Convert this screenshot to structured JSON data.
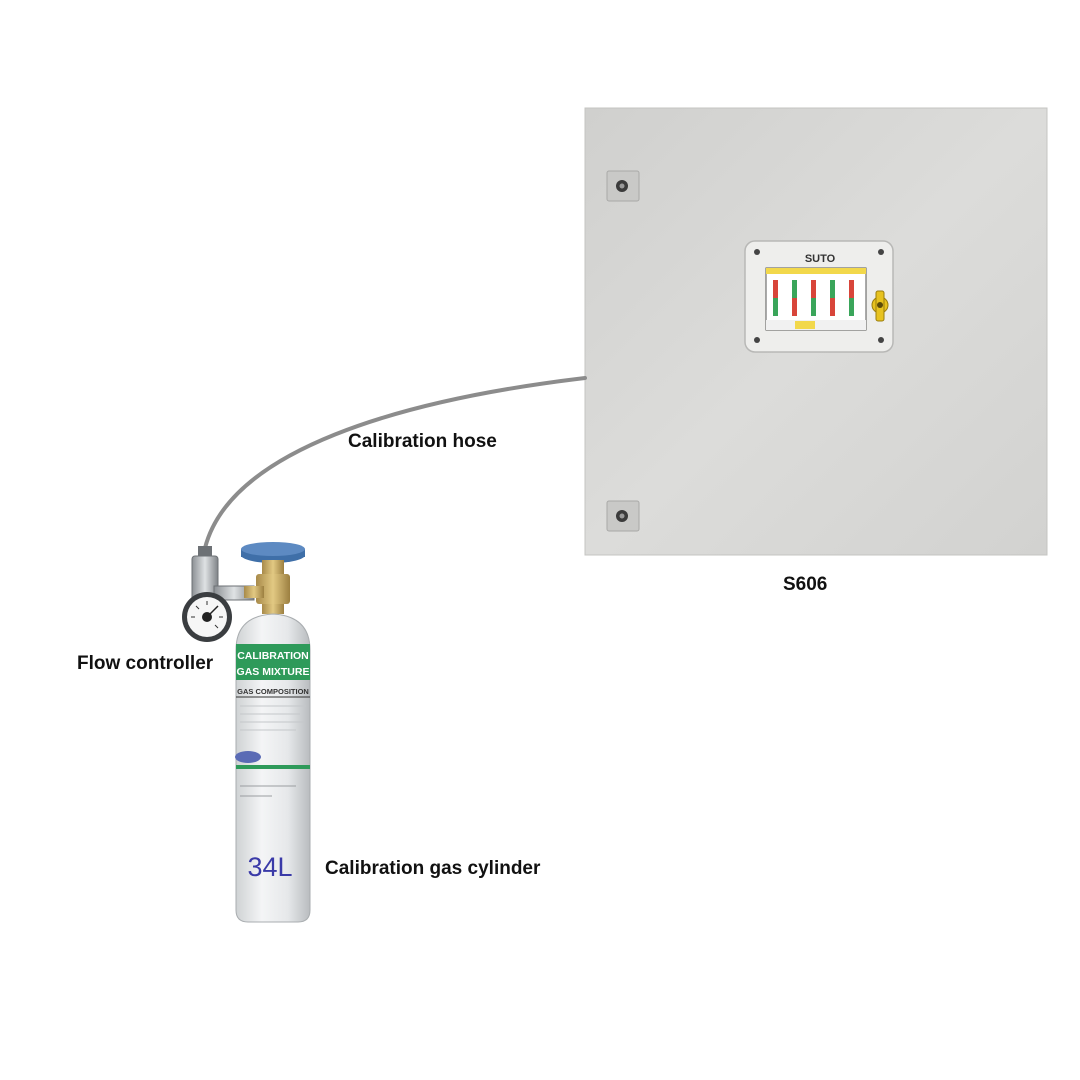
{
  "labels": {
    "hose": "Calibration hose",
    "device": "S606",
    "flow_controller": "Flow controller",
    "cylinder": "Calibration gas cylinder"
  },
  "device": {
    "brand": "SUTO",
    "screen_bar_count": 5
  },
  "cylinder": {
    "band_line1": "CALIBRATION",
    "band_line2": "GAS MIXTURE",
    "composition": "GAS COMPOSITION",
    "volume": "34L"
  },
  "colors": {
    "cabinet": "#d9d9d7",
    "hose": "#8c8c8c",
    "cylinder_band": "#2e9a5a",
    "valve_knob": "#3f6fa8",
    "volume_text": "#3a3aa8",
    "screen_bg": "#f2d84b",
    "bar_red": "#d8453a",
    "bar_green": "#3aa55a"
  }
}
